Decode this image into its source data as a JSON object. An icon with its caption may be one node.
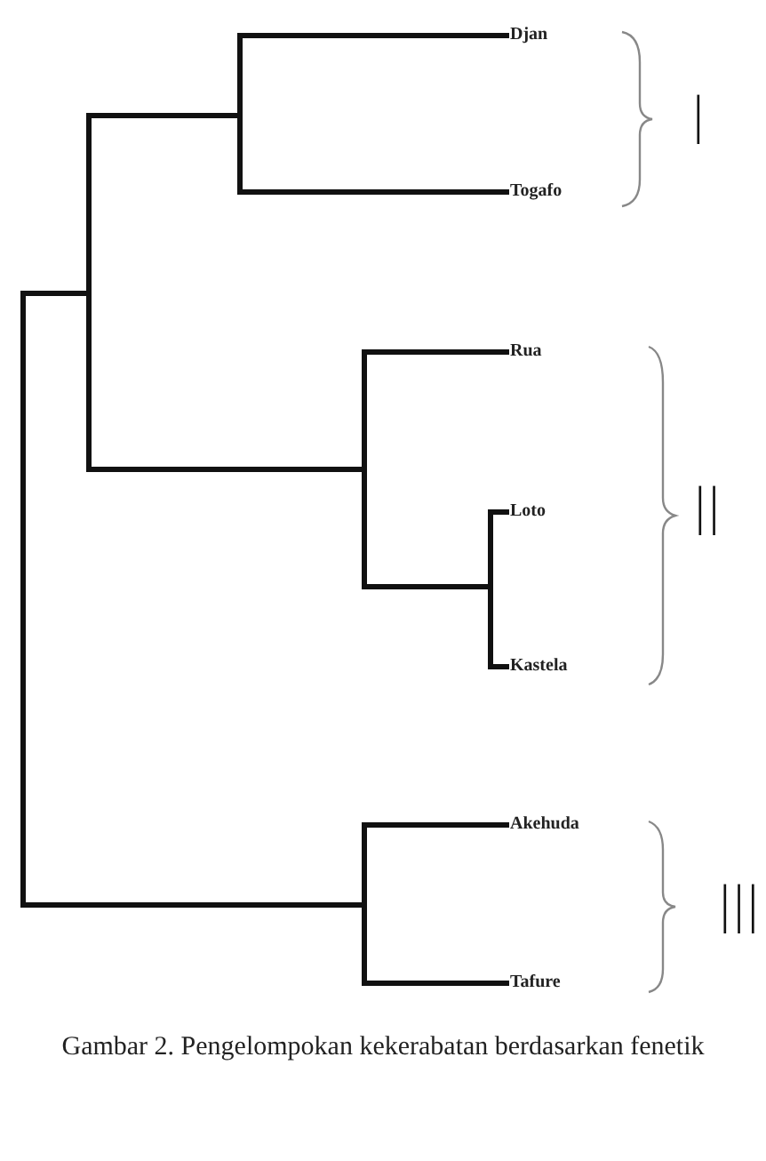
{
  "diagram": {
    "caption": "Gambar 2. Pengelompokan kekerabatan berdasarkan fenetik",
    "labels": [
      "Djan",
      "I",
      "Togafo",
      "Rua",
      "Loto",
      "II",
      "Kastela",
      "Akehuda",
      "III",
      "Tafure"
    ]
  }
}
